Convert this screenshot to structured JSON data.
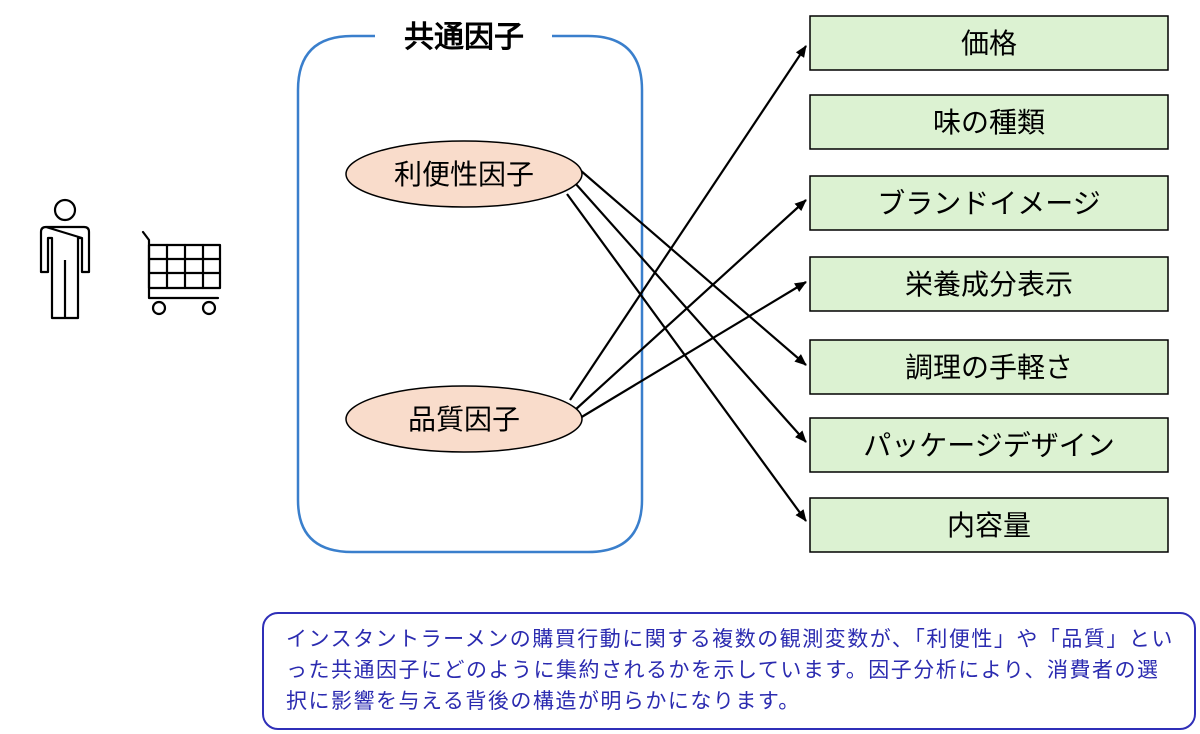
{
  "group": {
    "title": "共通因子",
    "border_color": "#3a7fcc"
  },
  "factors": [
    {
      "label": "利便性因子",
      "fill": "#f9dccb"
    },
    {
      "label": "品質因子",
      "fill": "#f9dccb"
    }
  ],
  "variables": [
    {
      "label": "価格"
    },
    {
      "label": "味の種類"
    },
    {
      "label": "ブランドイメージ"
    },
    {
      "label": "栄養成分表示"
    },
    {
      "label": "調理の手軽さ"
    },
    {
      "label": "パッケージデザイン"
    },
    {
      "label": "内容量"
    }
  ],
  "variable_fill": "#dcf2d2",
  "icons": {
    "person": "person-icon",
    "cart": "shopping-cart-icon"
  },
  "note": {
    "text": "インスタントラーメンの購買行動に関する複数の観測変数が、「利便性」や「品質」といった共通因子にどのように集約されるかを示しています。因子分析により、消費者の選択に影響を与える背後の構造が明らかになります。",
    "border_color": "#2f2fb8",
    "text_color": "#2b2bb0"
  }
}
